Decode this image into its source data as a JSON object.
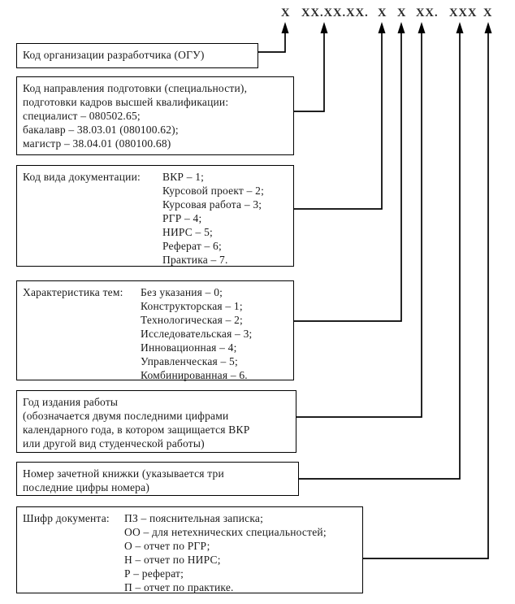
{
  "code_format": {
    "groups": [
      "X",
      "XX.XX.XX.",
      "X",
      "X",
      "XX.",
      "XXX",
      "X"
    ]
  },
  "boxes": {
    "org": {
      "text": "Код организации разработчика (ОГУ)"
    },
    "specialty": {
      "lines": [
        "Код направления подготовки (специальности),",
        "подготовки кадров высшей квалификации:",
        "специалист – 080502.65;",
        "бакалавр – 38.03.01 (080100.62);",
        "магистр – 38.04.01 (080100.68)"
      ]
    },
    "doc_type": {
      "label": "Код вида документации:",
      "items": [
        "ВКР – 1;",
        "Курсовой проект – 2;",
        "Курсовая работа – 3;",
        "РГР – 4;",
        "НИРС – 5;",
        "Реферат – 6;",
        "Практика – 7."
      ]
    },
    "theme": {
      "label": "Характеристика тем:",
      "items": [
        "Без указания – 0;",
        "Конструкторская – 1;",
        "Технологическая – 2;",
        "Исследовательская – 3;",
        "Инновационная – 4;",
        "Управленческая – 5;",
        "Комбинированная – 6."
      ]
    },
    "year": {
      "lines": [
        "Год издания работы",
        "(обозначается двумя последними цифрами",
        "календарного года, в котором защищается ВКР",
        "или другой вид студенческой работы)"
      ]
    },
    "gradebook": {
      "lines": [
        "Номер зачетной книжки (указывается три",
        "последние цифры номера)"
      ]
    },
    "cipher": {
      "label": "Шифр документа:",
      "items": [
        "ПЗ – пояснительная записка;",
        "ОО – для нетехнических специальностей;",
        "О – отчет по РГР;",
        "Н – отчет по НИРС;",
        "Р – реферат;",
        "П – отчет по практике."
      ]
    }
  },
  "colors": {
    "line": "#000000",
    "text": "#1a1a1a",
    "background": "#ffffff"
  }
}
